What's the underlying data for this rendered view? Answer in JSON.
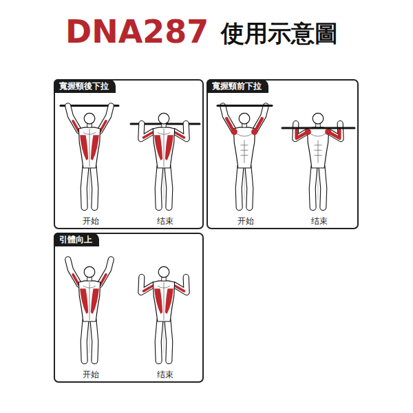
{
  "diagram": {
    "title": "DNA287",
    "nodes": [
      {
        "text": [
          "寬握頸後下拉",
          "开始",
          "结束"
        ]
      },
      {
        "text": [
          "寬握頸前下拉",
          "开始",
          "结束"
        ]
      },
      {
        "text": [
          "引體向上",
          "开始",
          "结束"
        ]
      }
    ],
    "labels": [
      "使用示意圖"
    ]
  }
}
